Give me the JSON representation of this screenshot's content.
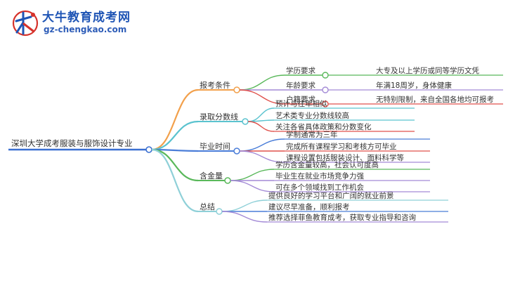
{
  "brand": {
    "name": "大牛教育成考网",
    "domain": "gz-chengkao.com",
    "colors": {
      "blue": "#1f55b5",
      "red": "#d6322b"
    }
  },
  "root": {
    "label": "深圳大学成考服装与服饰设计专业",
    "color": "#3a6fd1"
  },
  "branches": [
    {
      "label": "报考条件",
      "color": "#f2a04b",
      "children": [
        {
          "label": "学历要求",
          "color": "#59b85a",
          "detail": "大专及以上学历或同等学历文凭"
        },
        {
          "label": "年龄要求",
          "color": "#a38ad6",
          "detail": "年满18周岁，身体健康"
        },
        {
          "label": "户籍要求",
          "color": "#e0514c",
          "detail": "无特别限制，来自全国各地均可报考"
        }
      ]
    },
    {
      "label": "录取分数线",
      "color": "#5bc3cf",
      "children": [
        {
          "label": "预计与往年相似",
          "color": "#5bc3cf"
        },
        {
          "label": "艺术类专业分数线较高",
          "color": "#5bc3cf"
        },
        {
          "label": "关注各省具体政策和分数变化",
          "color": "#e0514c"
        }
      ]
    },
    {
      "label": "毕业时间",
      "color": "#4a7dd8",
      "children": [
        {
          "label": "学制通常为三年",
          "color": "#4a7dd8"
        },
        {
          "label": "完成所有课程学习和考核方可毕业",
          "color": "#e0514c"
        },
        {
          "label": "课程设置包括服装设计、面料科学等",
          "color": "#a38ad6"
        }
      ]
    },
    {
      "label": "含金量",
      "color": "#59b85a",
      "children": [
        {
          "label": "学历含金量较高，社会认可度高",
          "color": "#59b85a"
        },
        {
          "label": "毕业生在就业市场竞争力强",
          "color": "#a38ad6"
        },
        {
          "label": "可在多个领域找到工作机会",
          "color": "#a38ad6"
        }
      ]
    },
    {
      "label": "总结",
      "color": "#8fd0d8",
      "children": [
        {
          "label": "提供良好的学习平台和广阔的就业前景",
          "color": "#8fd0d8"
        },
        {
          "label": "建议尽早准备，顺利报考",
          "color": "#4a7dd8"
        },
        {
          "label": "推荐选择菲鱼教育成考，获取专业指导和咨询",
          "color": "#a38ad6"
        }
      ]
    }
  ]
}
